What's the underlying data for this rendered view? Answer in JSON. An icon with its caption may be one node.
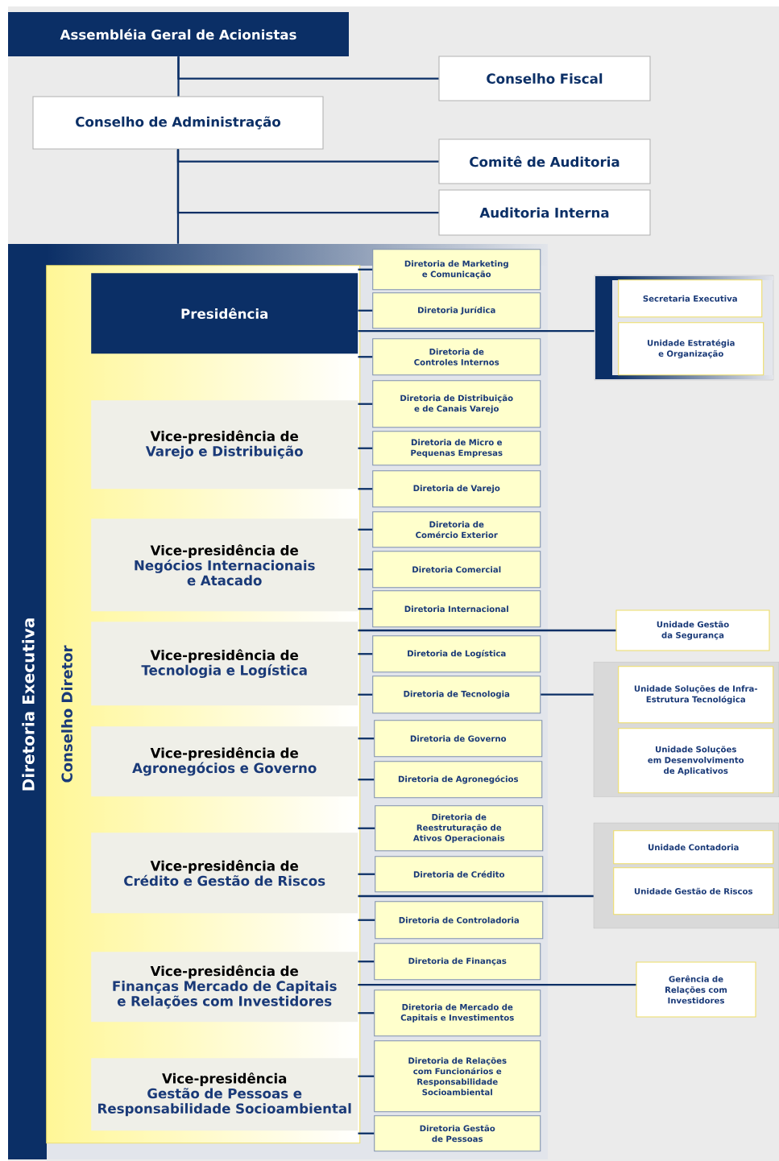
{
  "diagram": {
    "nodes": [
      {
        "text": [
          "Assembléia Geral de Acionistas"
        ]
      },
      {
        "text": [
          "Conselho Fiscal"
        ]
      },
      {
        "text": [
          "Conselho de Administração"
        ]
      },
      {
        "text": [
          "Comitê de Auditoria"
        ]
      },
      {
        "text": [
          "Auditoria Interna"
        ]
      },
      {
        "text": [
          "Diretoria Executiva"
        ]
      },
      {
        "text": [
          "Conselho Diretor"
        ],
        "in": 5
      },
      {
        "text": [
          "Presidência"
        ],
        "in": 6
      },
      {
        "text": [
          "Vice-presidência de",
          "Varejo e Distribuição"
        ],
        "in": 6
      },
      {
        "text": [
          "Vice-presidência de",
          "Negócios Internacionais e Atacado"
        ],
        "in": 6
      },
      {
        "text": [
          "Vice-presidência de",
          "Tecnologia e Logística"
        ],
        "in": 6
      },
      {
        "text": [
          "Vice-presidência de",
          "Agronegócios e Governo"
        ],
        "in": 6
      },
      {
        "text": [
          "Vice-presidência de",
          "Crédito e Gestão de Riscos"
        ],
        "in": 6
      },
      {
        "text": [
          "Vice-presidência de",
          "Finanças Mercado de Capitais e Relações com Investidores"
        ],
        "in": 6
      },
      {
        "text": [
          "Vice-presidência",
          "Gestão de Pessoas e Responsabilidade Socioambiental"
        ],
        "in": 6
      },
      {
        "text": [
          "Diretoria de Marketing e Comunicação"
        ],
        "in": 5
      },
      {
        "text": [
          "Diretoria Jurídica"
        ],
        "in": 5
      },
      {
        "text": [
          "Diretoria de Controles Internos"
        ],
        "in": 5
      },
      {
        "text": [
          "Diretoria de Distribuição e de Canais Varejo"
        ],
        "in": 5
      },
      {
        "text": [
          "Diretoria de Micro e Pequenas Empresas"
        ],
        "in": 5
      },
      {
        "text": [
          "Diretoria de Varejo"
        ],
        "in": 5
      },
      {
        "text": [
          "Diretoria de Comércio Exterior"
        ],
        "in": 5
      },
      {
        "text": [
          "Diretoria Comercial"
        ],
        "in": 5
      },
      {
        "text": [
          "Diretoria Internacional"
        ],
        "in": 5
      },
      {
        "text": [
          "Diretoria de Logística"
        ],
        "in": 5
      },
      {
        "text": [
          "Diretoria de Tecnologia"
        ],
        "in": 5
      },
      {
        "text": [
          "Diretoria de Governo"
        ],
        "in": 5
      },
      {
        "text": [
          "Diretoria de Agronegócios"
        ],
        "in": 5
      },
      {
        "text": [
          "Diretoria de Reestruturação de Ativos Operacionais"
        ],
        "in": 5
      },
      {
        "text": [
          "Diretoria de Crédito"
        ],
        "in": 5
      },
      {
        "text": [
          "Diretoria de Controladoria"
        ],
        "in": 5
      },
      {
        "text": [
          "Diretoria de Finanças"
        ],
        "in": 5
      },
      {
        "text": [
          "Diretoria de Mercado de Capitais e Investimentos"
        ],
        "in": 5
      },
      {
        "text": [
          "Diretoria de Relações com Funcionários e Responsabilidade Socioambiental"
        ],
        "in": 5
      },
      {
        "text": [
          "Diretoria Gestão de Pessoas"
        ],
        "in": 5
      },
      {
        "text": [],
        "shape": "box"
      },
      {
        "text": [
          "Secretaria Executiva"
        ],
        "in": 35
      },
      {
        "text": [
          "Unidade Estratégia e Organização"
        ],
        "in": 35
      },
      {
        "text": [
          "Unidade Gestão da Segurança"
        ]
      },
      {
        "text": [],
        "shape": "box"
      },
      {
        "text": [
          "Unidade Soluções de Infra-Estrutura Tecnológica"
        ],
        "in": 39
      },
      {
        "text": [
          "Unidade Soluções em Desenvolvimento de Aplicativos"
        ],
        "in": 39
      },
      {
        "text": [],
        "shape": "box"
      },
      {
        "text": [
          "Unidade Contadoria"
        ],
        "in": 42
      },
      {
        "text": [
          "Unidade Gestão de Riscos"
        ],
        "in": 42
      },
      {
        "text": [
          "Gerência de Relações com Investidores"
        ]
      }
    ],
    "edges": [
      {
        "from": 0,
        "to": 1,
        "arrow": "none"
      },
      {
        "from": 0,
        "to": 2,
        "arrow": "none"
      },
      {
        "from": 2,
        "to": 3,
        "arrow": "none"
      },
      {
        "from": 2,
        "to": 4,
        "arrow": "none"
      },
      {
        "from": 2,
        "to": 5,
        "arrow": "none"
      },
      {
        "from": 7,
        "to": 15,
        "arrow": "none"
      },
      {
        "from": 7,
        "to": 16,
        "arrow": "none"
      },
      {
        "from": 7,
        "to": 17,
        "arrow": "none"
      },
      {
        "from": 7,
        "to": 35,
        "arrow": "none"
      },
      {
        "from": 8,
        "to": 18,
        "arrow": "none"
      },
      {
        "from": 8,
        "to": 19,
        "arrow": "none"
      },
      {
        "from": 8,
        "to": 20,
        "arrow": "none"
      },
      {
        "from": 9,
        "to": 21,
        "arrow": "none"
      },
      {
        "from": 9,
        "to": 22,
        "arrow": "none"
      },
      {
        "from": 9,
        "to": 23,
        "arrow": "none"
      },
      {
        "from": 10,
        "to": 24,
        "arrow": "none"
      },
      {
        "from": 10,
        "to": 25,
        "arrow": "none"
      },
      {
        "from": 10,
        "to": 38,
        "arrow": "none"
      },
      {
        "from": 25,
        "to": 39,
        "arrow": "none"
      },
      {
        "from": 11,
        "to": 26,
        "arrow": "none"
      },
      {
        "from": 11,
        "to": 27,
        "arrow": "none"
      },
      {
        "from": 12,
        "to": 28,
        "arrow": "none"
      },
      {
        "from": 12,
        "to": 29,
        "arrow": "none"
      },
      {
        "from": 12,
        "to": 30,
        "arrow": "none"
      },
      {
        "from": 12,
        "to": 42,
        "arrow": "none"
      },
      {
        "from": 13,
        "to": 31,
        "arrow": "none"
      },
      {
        "from": 13,
        "to": 32,
        "arrow": "none"
      },
      {
        "from": 13,
        "to": 45,
        "arrow": "none"
      },
      {
        "from": 14,
        "to": 33,
        "arrow": "none"
      },
      {
        "from": 14,
        "to": 34,
        "arrow": "none"
      }
    ]
  }
}
